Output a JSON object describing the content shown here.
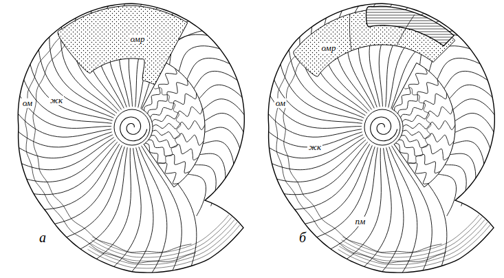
{
  "diagram": {
    "labels": [
      "а",
      "омр",
      "жк",
      "ом",
      "б",
      "омр",
      "ом",
      "жк",
      "пм"
    ]
  }
}
